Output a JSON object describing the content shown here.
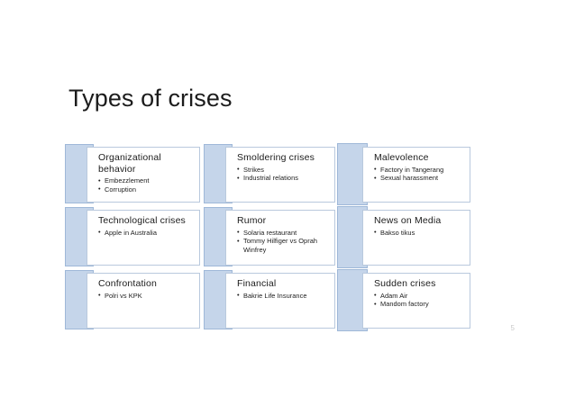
{
  "slide": {
    "title": "Types of crises",
    "page_number": "5",
    "accent_color": "#c5d5ea",
    "accent_border_color": "#9fb8d8",
    "box_border_color": "#b9c9dd",
    "text_color": "#1c1c1c"
  },
  "cells": [
    {
      "title": "Organizational behavior",
      "bullets": [
        "Embezzlement",
        "Corruption"
      ]
    },
    {
      "title": "Smoldering crises",
      "bullets": [
        "Strikes",
        "Industrial relations"
      ]
    },
    {
      "title": "Malevolence",
      "bullets": [
        "Factory in Tangerang",
        "Sexual harassment"
      ]
    },
    {
      "title": "Technological crises",
      "bullets": [
        "Apple in Australia"
      ]
    },
    {
      "title": "Rumor",
      "bullets": [
        "Solaria restaurant",
        "Tommy Hilfiger vs Oprah Winfrey"
      ]
    },
    {
      "title": "News on Media",
      "bullets": [
        "Bakso tikus"
      ]
    },
    {
      "title": "Confrontation",
      "bullets": [
        "Polri vs KPK"
      ]
    },
    {
      "title": "Financial",
      "bullets": [
        "Bakrie Life Insurance"
      ]
    },
    {
      "title": "Sudden crises",
      "bullets": [
        "Adam Air",
        "Mandom factory"
      ]
    }
  ]
}
